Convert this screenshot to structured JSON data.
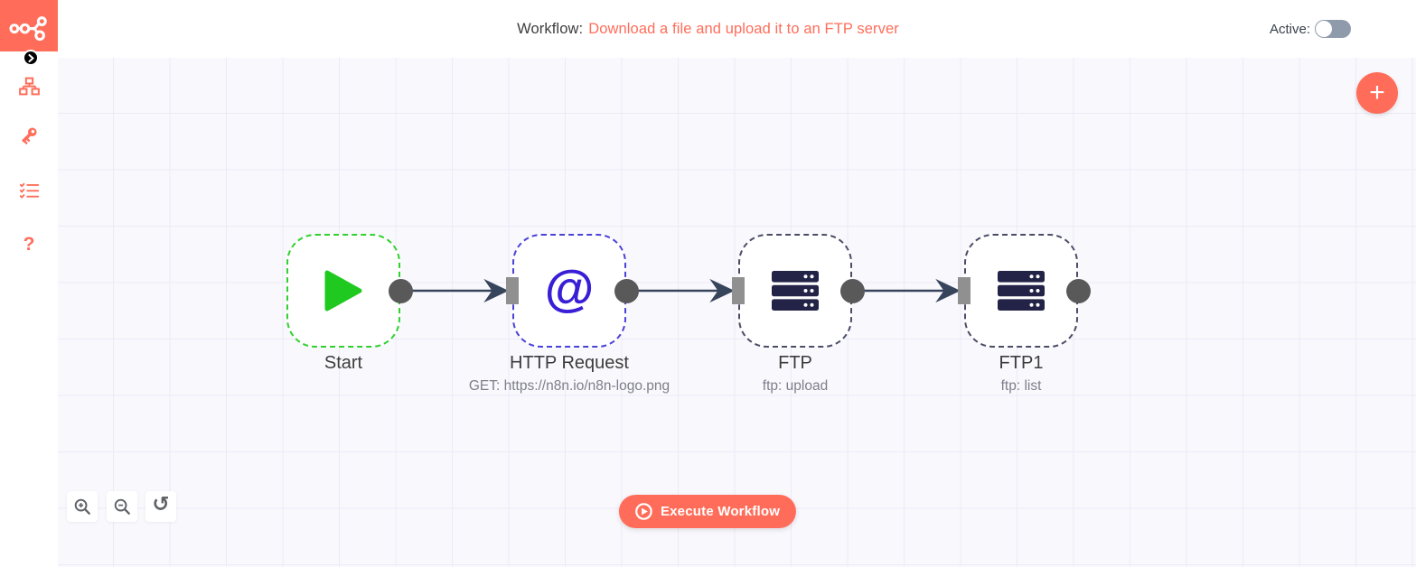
{
  "header": {
    "title_prefix": "Workflow:",
    "workflow_name": "Download a file and upload it to an FTP server",
    "active_label": "Active:",
    "active_toggle_state": "off"
  },
  "sidebar": {
    "logo_icon": "n8n-logo",
    "collapse_icon": "chevron-right-icon",
    "items": [
      {
        "name": "workflows",
        "icon": "sitemap-icon"
      },
      {
        "name": "credentials",
        "icon": "key-icon"
      },
      {
        "name": "executions",
        "icon": "checklist-icon"
      },
      {
        "name": "help",
        "icon": "question-icon",
        "glyph": "?"
      }
    ]
  },
  "canvas": {
    "nodes": [
      {
        "label": "Start",
        "subtitle": "",
        "icon": "play-icon"
      },
      {
        "label": "HTTP Request",
        "subtitle": "GET: https://n8n.io/n8n-logo.png",
        "icon": "at-icon",
        "glyph": "@"
      },
      {
        "label": "FTP",
        "subtitle": "ftp: upload",
        "icon": "server-icon"
      },
      {
        "label": "FTP1",
        "subtitle": "ftp: list",
        "icon": "server-icon"
      }
    ],
    "connections": [
      {
        "from": "Start",
        "to": "HTTP Request"
      },
      {
        "from": "HTTP Request",
        "to": "FTP"
      },
      {
        "from": "FTP",
        "to": "FTP1"
      }
    ],
    "add_button_glyph": "+",
    "execute_button_label": "Execute Workflow",
    "reset_zoom_glyph": "↺"
  },
  "colors": {
    "brand_coral": "#ff6d5a",
    "start_green": "#2fd12f",
    "http_indigo": "#4a41d7",
    "ftp_slate": "#4b4d66",
    "server_icon_navy": "#232347",
    "connection_line": "#37455c",
    "canvas_bg": "#f9f8fd",
    "grid_line": "#edeaf6"
  }
}
